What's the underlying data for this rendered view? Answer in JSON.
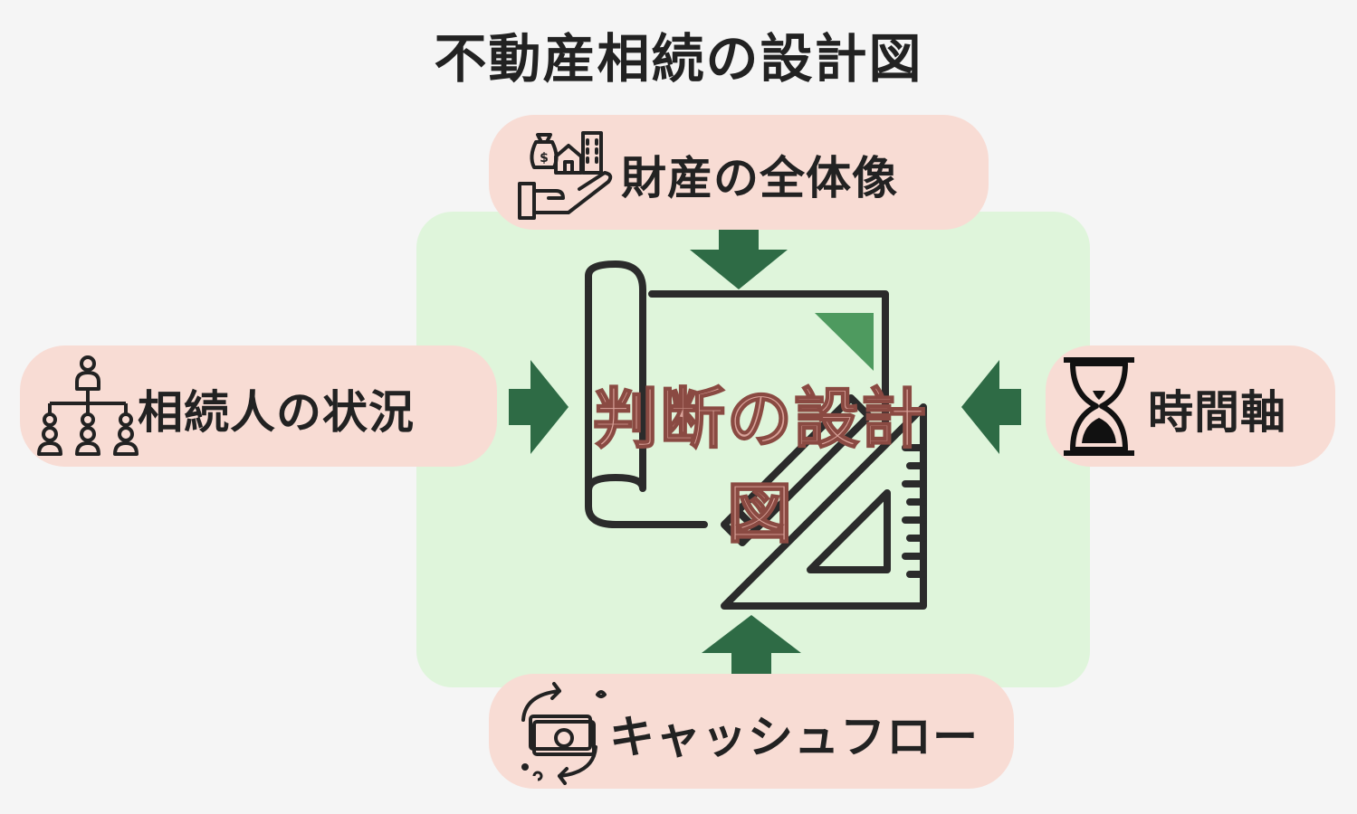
{
  "title": "不動産相続の設計図",
  "center": {
    "label": "判断の設計図",
    "icon": "blueprint-icon"
  },
  "inputs": {
    "top": {
      "label": "財産の全体像",
      "icon": "assets-hand-icon"
    },
    "left": {
      "label": "相続人の状況",
      "icon": "family-tree-icon"
    },
    "right": {
      "label": "時間軸",
      "icon": "hourglass-icon"
    },
    "bottom": {
      "label": "キャッシュフロー",
      "icon": "cash-flow-icon"
    }
  },
  "colors": {
    "background": "#f5f5f5",
    "center_panel": "#dff5db",
    "pill": "#f8dcd4",
    "arrow": "#2e6b45",
    "center_label_fill": "#d9a39a",
    "center_label_stroke": "#8a4a42"
  }
}
